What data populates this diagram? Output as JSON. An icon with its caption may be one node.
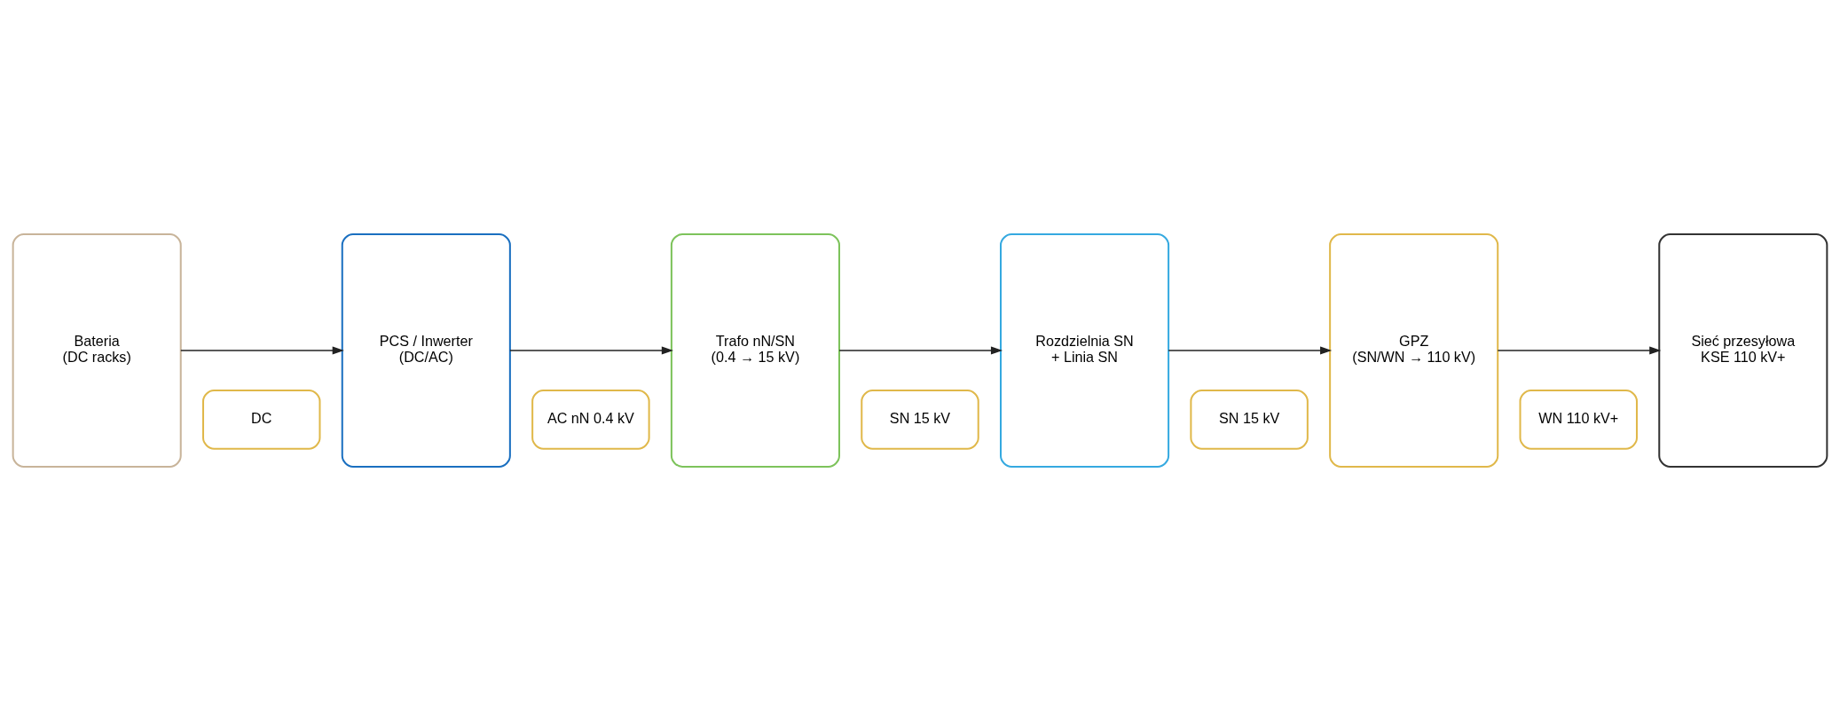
{
  "diagram": {
    "nodes": [
      {
        "text": [
          "Bateria",
          "(DC racks)"
        ]
      },
      {
        "text": [
          "PCS / Inwerter",
          "(DC/AC)"
        ]
      },
      {
        "text": [
          "Trafo nN/SN",
          "(0.4 → 15 kV)"
        ]
      },
      {
        "text": [
          "Rozdzielnia SN",
          "+ Linia SN"
        ]
      },
      {
        "text": [
          "GPZ",
          "(SN/WN → 110 kV)"
        ]
      },
      {
        "text": [
          "Sieć przesyłowa",
          "KSE 110 kV+"
        ]
      },
      {
        "text": [
          "DC"
        ]
      },
      {
        "text": [
          "AC nN 0.4 kV"
        ]
      },
      {
        "text": [
          "SN 15 kV"
        ]
      },
      {
        "text": [
          "SN 15 kV"
        ]
      },
      {
        "text": [
          "WN 110 kV+"
        ]
      }
    ],
    "edges": [
      {
        "from": 0,
        "to": 1,
        "arrow": "to"
      },
      {
        "from": 1,
        "to": 2,
        "arrow": "to"
      },
      {
        "from": 2,
        "to": 3,
        "arrow": "to"
      },
      {
        "from": 3,
        "to": 4,
        "arrow": "to"
      },
      {
        "from": 4,
        "to": 5,
        "arrow": "to"
      }
    ]
  }
}
